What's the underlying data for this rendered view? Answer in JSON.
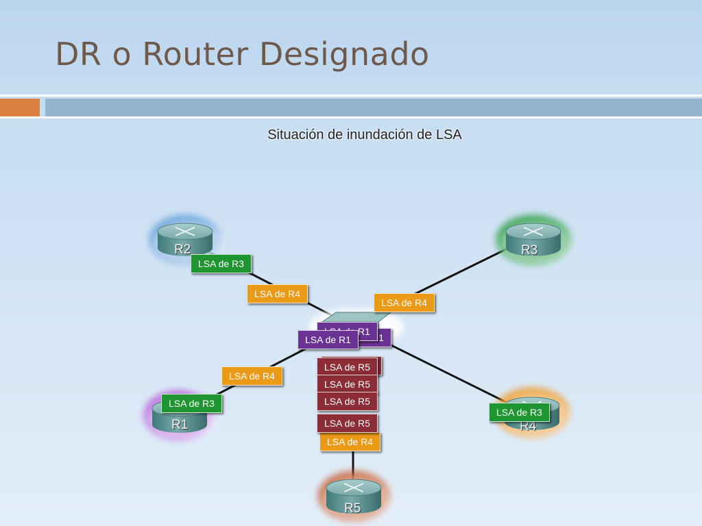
{
  "slide": {
    "title": "DR o Router Designado",
    "subtitle": "Situación de inundación de LSA"
  },
  "routers": [
    {
      "id": "R1",
      "label": "R1",
      "glow_color": "#b355d8"
    },
    {
      "id": "R2",
      "label": "R2",
      "glow_color": "#5a9ad8"
    },
    {
      "id": "R3",
      "label": "R3",
      "glow_color": "#239a3a"
    },
    {
      "id": "R4",
      "label": "R4",
      "glow_color": "#ee9a2a"
    },
    {
      "id": "R5",
      "label": "R5",
      "glow_color": "#c45a2a"
    }
  ],
  "lsa_messages": {
    "r3": "LSA de R3",
    "r4": "LSA de R4",
    "r1": "LSA de R1",
    "r5": "LSA de R5"
  },
  "colors": {
    "lsa_r3": "#1f9531",
    "lsa_r4": "#eb9a18",
    "lsa_r1": "#6a3393",
    "lsa_r5": "#8c2c35",
    "title_text": "#6e5a4c",
    "accent_orange": "#dd8044",
    "accent_blue": "#94b4d0"
  }
}
